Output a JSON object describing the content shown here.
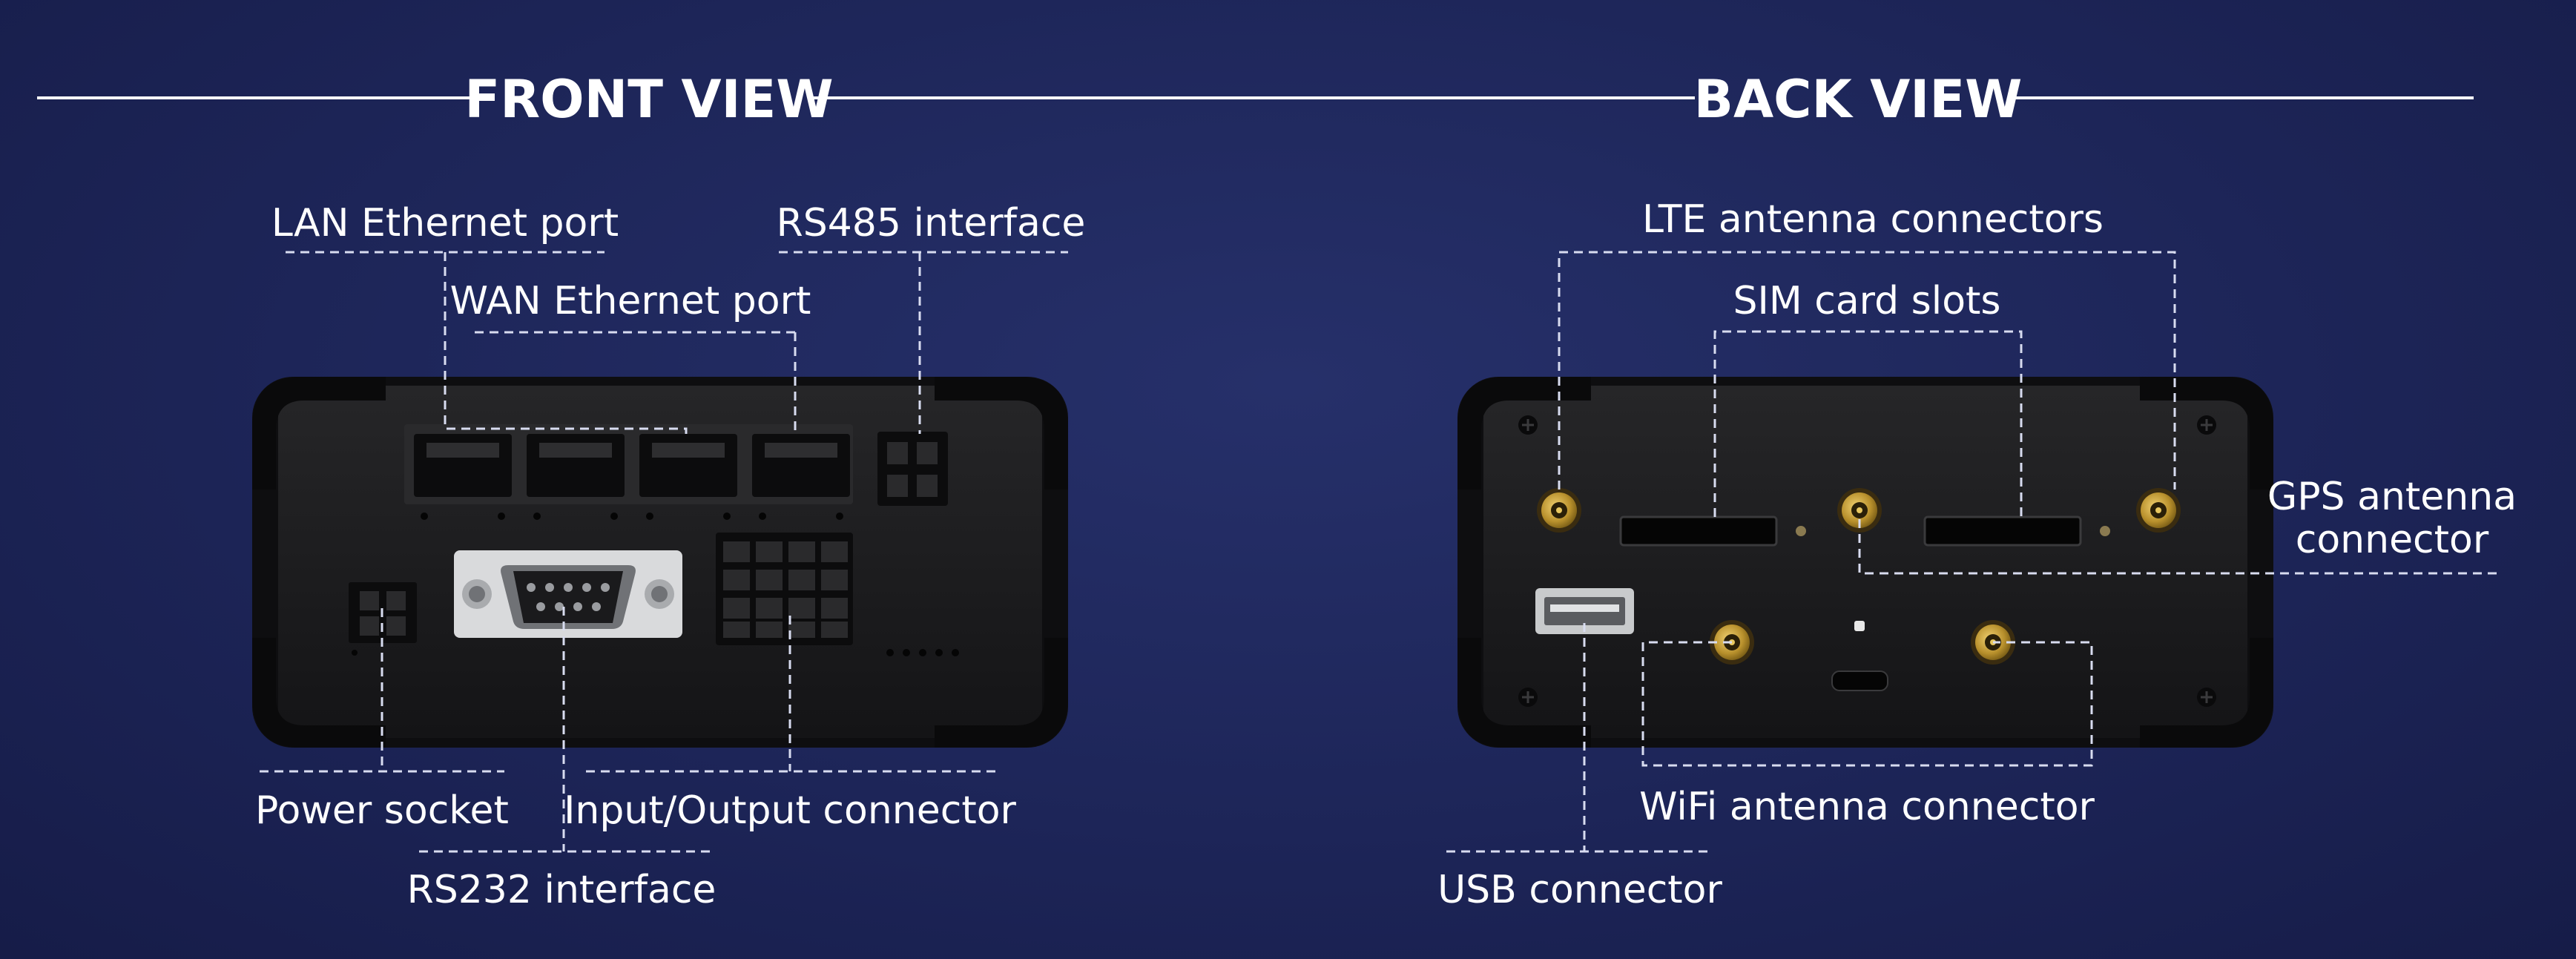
{
  "front": {
    "title": "FRONT VIEW",
    "labels": {
      "lan": "LAN Ethernet port",
      "rs485": "RS485 interface",
      "wan": "WAN Ethernet port",
      "power": "Power socket",
      "io": "Input/Output connector",
      "rs232": "RS232 interface"
    }
  },
  "back": {
    "title": "BACK VIEW",
    "labels": {
      "lte": "LTE antenna connectors",
      "sim": "SIM card slots",
      "gps_line1": "GPS antenna",
      "gps_line2": "connector",
      "wifi": "WiFi antenna connector",
      "usb": "USB connector"
    }
  },
  "colors": {
    "background": "#1c2456",
    "device": "#1a1a1c",
    "bumper": "#0c0c0d",
    "gold": "#c8a040",
    "db9": "#d9dadc",
    "text": "#ffffff"
  }
}
